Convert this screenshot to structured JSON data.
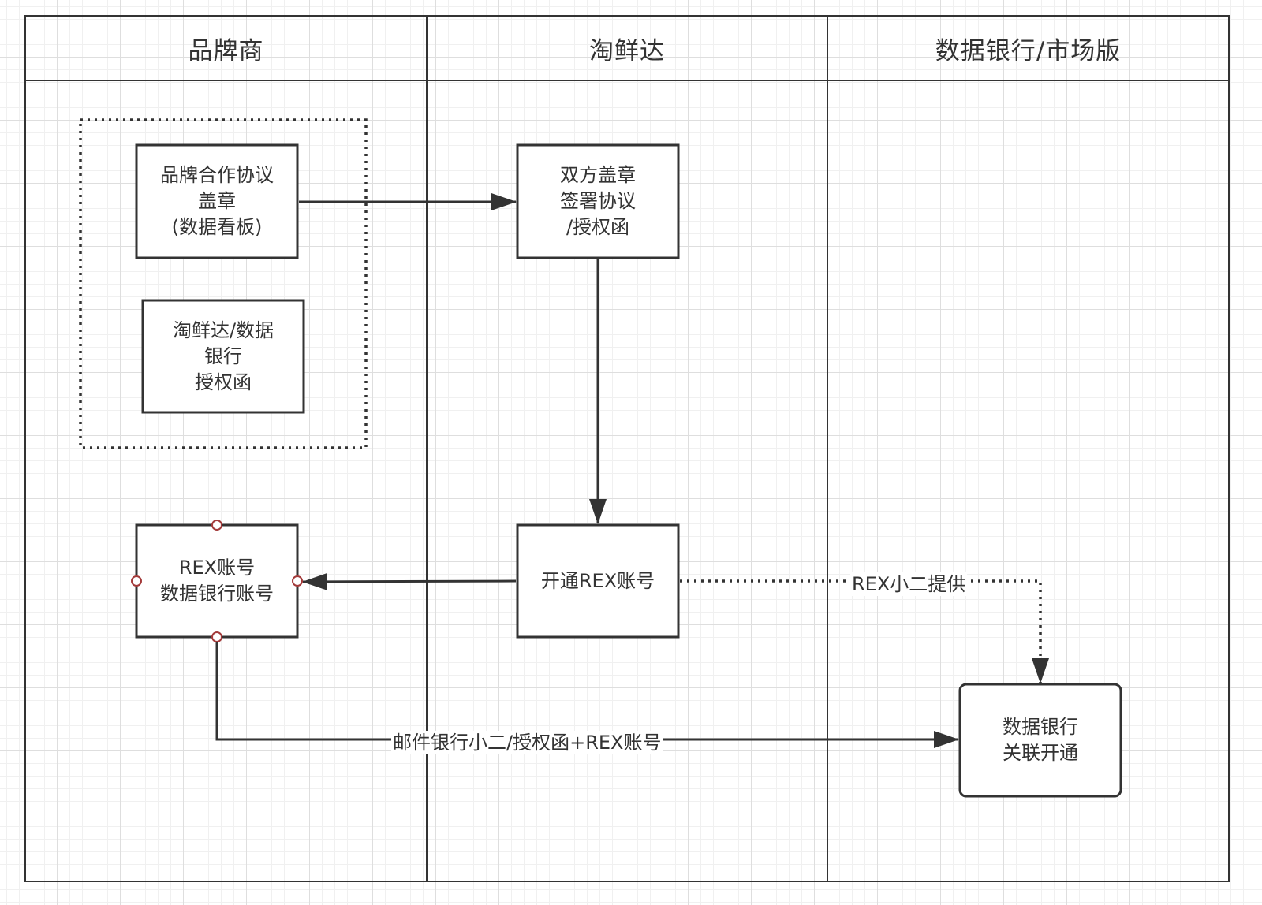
{
  "lanes": [
    {
      "title": "品牌商"
    },
    {
      "title": "淘鲜达"
    },
    {
      "title": "数据银行/市场版"
    }
  ],
  "nodes": {
    "agreement_stamp": "品牌合作协议\n盖章\n(数据看板)",
    "authorization_letter": "淘鲜达/数据\n银行\n授权函",
    "bilateral_sign": "双方盖章\n签署协议\n/授权函",
    "open_rex": "开通REX账号",
    "rex_account": "REX账号\n数据银行账号",
    "databank_link": "数据银行\n关联开通"
  },
  "edges": {
    "rex_provided": "REX小二提供",
    "email_label": "邮件银行小二/授权函+REX账号"
  },
  "colors": {
    "line": "#333333",
    "port": "#a33a3a"
  }
}
